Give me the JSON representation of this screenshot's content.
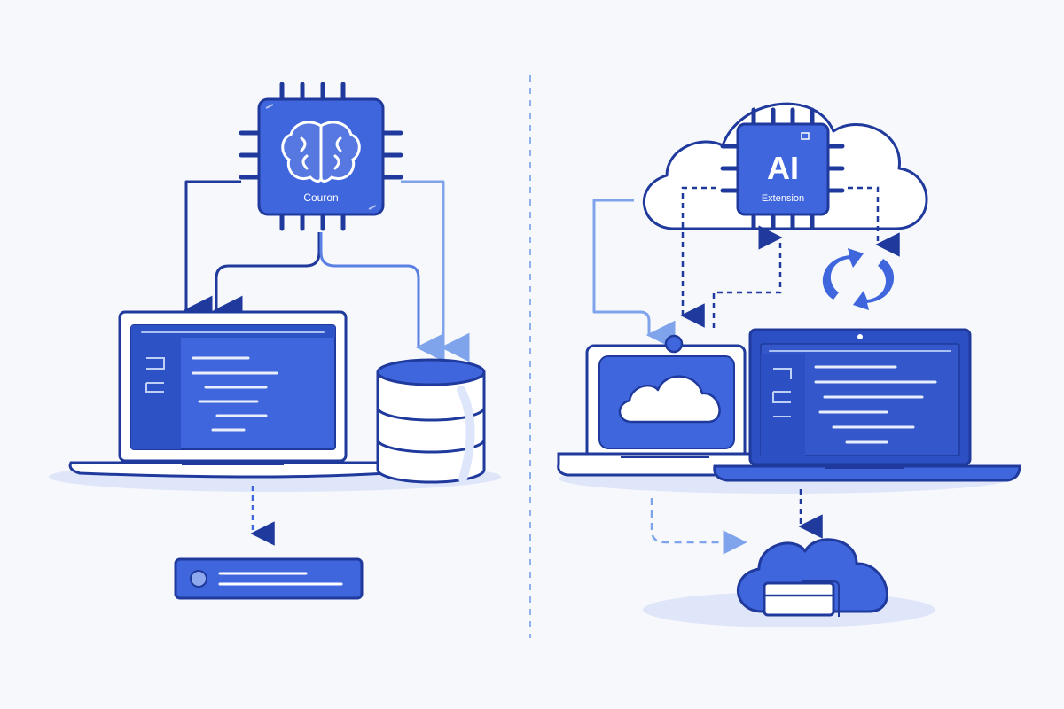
{
  "left_panel": {
    "chip": {
      "label": "Couron",
      "icon": "brain-icon"
    },
    "laptop": {
      "screen": "code-editor"
    },
    "database": {
      "icon": "database-icon"
    },
    "output_bar": {
      "icon": "status-dot-icon"
    }
  },
  "right_panel": {
    "cloud_chip": {
      "title": "AI",
      "subtitle": "Extension"
    },
    "sync": {
      "icon": "sync-icon"
    },
    "small_laptop": {
      "icon": "cloud-icon"
    },
    "large_laptop": {
      "screen": "code-editor"
    },
    "storage": {
      "icon": "cloud-storage-icon"
    }
  },
  "colors": {
    "primary": "#3f66dc",
    "dark": "#1f3a9c",
    "light": "#7fa4ec",
    "shadow": "#dfe6fa",
    "background": "#f7f8fc"
  }
}
